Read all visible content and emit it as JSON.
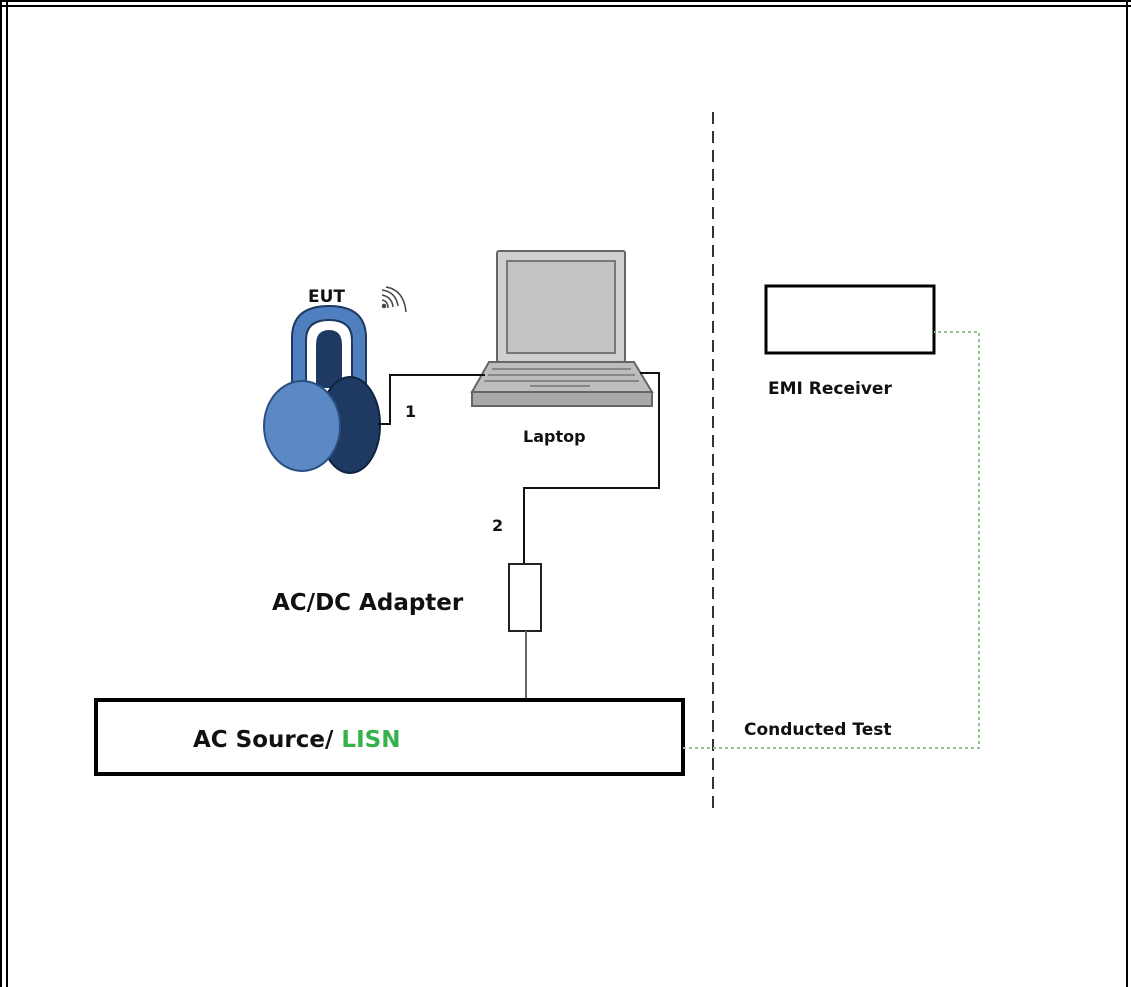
{
  "labels": {
    "eut": "EUT",
    "laptop": "Laptop",
    "cable_1": "1",
    "cable_2": "2",
    "adapter": "AC/DC Adapter",
    "source_prefix": "AC Source/ ",
    "source_lisn": "LISN",
    "emi_receiver": "EMI Receiver",
    "conducted_test": "Conducted Test"
  },
  "icons": {
    "eut": "headphones-icon",
    "wireless": "wireless-signal-icon",
    "laptop": "laptop-icon"
  },
  "colors": {
    "headphone_light": "#4f7fbf",
    "headphone_dark": "#1e3a63",
    "lisn_text": "#35b24a",
    "conducted_line": "#8fc48f",
    "laptop_body": "#b8b8b8",
    "laptop_screen": "#c8c8c8"
  }
}
